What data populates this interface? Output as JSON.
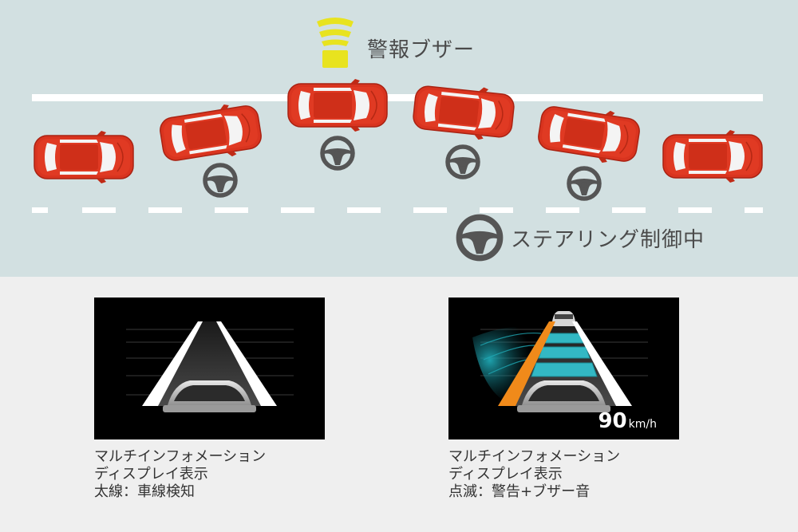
{
  "top": {
    "buzzer_label": "警報ブザー",
    "steering_label": "ステアリング制御中"
  },
  "panels": [
    {
      "caption": [
        "マルチインフォメーション",
        "ディスプレイ表示",
        "太線：車線検知"
      ]
    },
    {
      "caption": [
        "マルチインフォメーション",
        "ディスプレイ表示",
        "点滅：警告+ブザー音"
      ],
      "speed_value": "90",
      "speed_unit": "km/h"
    }
  ],
  "colors": {
    "road": "#d2e0e1",
    "car_body": "#d9341f",
    "buzzer": "#e8e31f",
    "steering": "#555555",
    "warning_line": "#f08a1a",
    "lane_zone": "#33b8c4"
  }
}
